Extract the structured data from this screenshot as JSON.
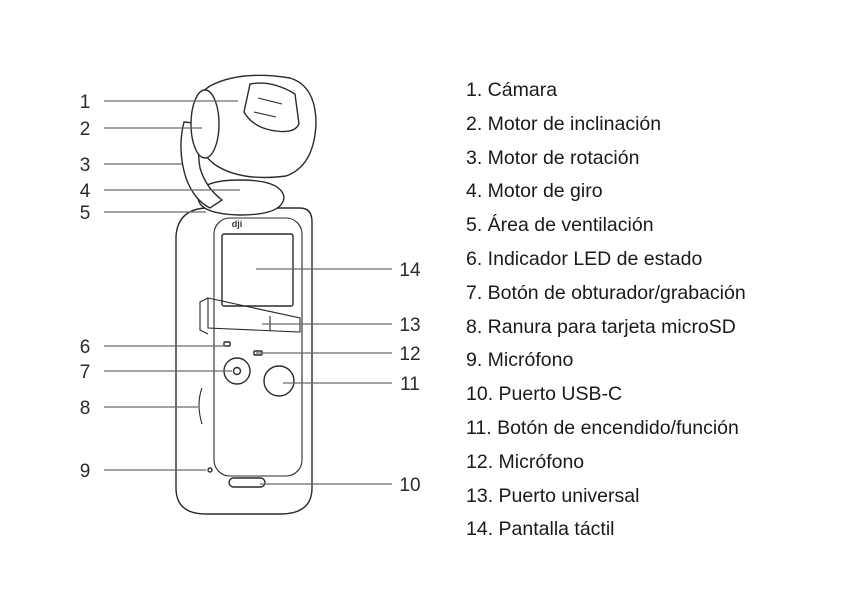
{
  "device_logo": "dji",
  "callouts": [
    {
      "number": "1",
      "label": "1. Cámara"
    },
    {
      "number": "2",
      "label": "2. Motor de inclinación"
    },
    {
      "number": "3",
      "label": "3. Motor de rotación"
    },
    {
      "number": "4",
      "label": "4. Motor de giro"
    },
    {
      "number": "5",
      "label": "5. Área de ventilación"
    },
    {
      "number": "6",
      "label": "6. Indicador LED de estado"
    },
    {
      "number": "7",
      "label": "7. Botón de obturador/grabación"
    },
    {
      "number": "8",
      "label": "8. Ranura para tarjeta microSD"
    },
    {
      "number": "9",
      "label": "9. Micrófono"
    },
    {
      "number": "10",
      "label": "10. Puerto USB-C"
    },
    {
      "number": "11",
      "label": "11. Botón de encendido/función"
    },
    {
      "number": "12",
      "label": "12. Micrófono"
    },
    {
      "number": "13",
      "label": "13. Puerto universal"
    },
    {
      "number": "14",
      "label": "14. Pantalla táctil"
    }
  ]
}
